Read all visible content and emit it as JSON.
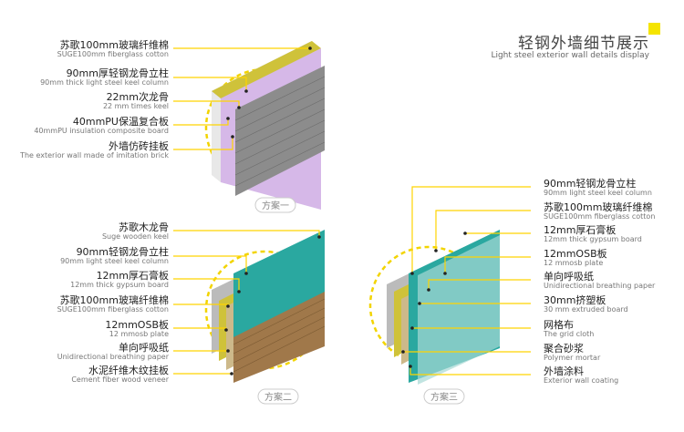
{
  "header": {
    "title": "轻钢外墙细节展示",
    "subtitle": "Light steel exterior wall details display",
    "accent": "#f5e400"
  },
  "schemes": [
    {
      "tag": "方案一",
      "layers": [
        {
          "zh": "苏歌100mm玻璃纤维棉",
          "en": "SUGE100mm fiberglass cotton"
        },
        {
          "zh": "90mm厚轻钢龙骨立柱",
          "en": "90mm thick light steel keel column"
        },
        {
          "zh": "22mm次龙骨",
          "en": "22 mm times keel"
        },
        {
          "zh": "40mmPU保温复合板",
          "en": "40mmPU insulation composite board"
        },
        {
          "zh": "外墙仿砖挂板",
          "en": "The exterior wall made of imitation brick"
        }
      ]
    },
    {
      "tag": "方案二",
      "layers": [
        {
          "zh": "苏歌木龙骨",
          "en": "Suge wooden keel"
        },
        {
          "zh": "90mm轻钢龙骨立柱",
          "en": "90mm light steel keel column"
        },
        {
          "zh": "12mm厚石膏板",
          "en": "12mm thick gypsum board"
        },
        {
          "zh": "苏歌100mm玻璃纤维棉",
          "en": "SUGE100mm fiberglass cotton"
        },
        {
          "zh": "12mmOSB板",
          "en": "12 mmosb plate"
        },
        {
          "zh": "单向呼吸纸",
          "en": "Unidirectional breathing paper"
        },
        {
          "zh": "水泥纤维木纹挂板",
          "en": "Cement fiber wood veneer"
        }
      ]
    },
    {
      "tag": "方案三",
      "layers": [
        {
          "zh": "90mm轻钢龙骨立柱",
          "en": "90mm light steel keel column"
        },
        {
          "zh": "苏歌100mm玻璃纤维棉",
          "en": "SUGE100mm fiberglass cotton"
        },
        {
          "zh": "12mm厚石膏板",
          "en": "12mm thick gypsum board"
        },
        {
          "zh": "12mmOSB板",
          "en": "12 mmosb plate"
        },
        {
          "zh": "单向呼吸纸",
          "en": "Unidirectional breathing paper"
        },
        {
          "zh": "30mm挤塑板",
          "en": "30 mm extruded board"
        },
        {
          "zh": "网格布",
          "en": "The grid cloth"
        },
        {
          "zh": "聚合砂浆",
          "en": "Polymer mortar"
        },
        {
          "zh": "外墙涂料",
          "en": "Exterior wall coating"
        }
      ]
    }
  ],
  "colors": {
    "insulation": "#cfc23a",
    "purple_board": "#d6b8e8",
    "brick": "#8c8c8c",
    "teal_board": "#2aa8a0",
    "osb": "#cdb98a",
    "wood": "#a0784a",
    "leader": "#ffd400",
    "dashed_circle": "#f2d400"
  }
}
